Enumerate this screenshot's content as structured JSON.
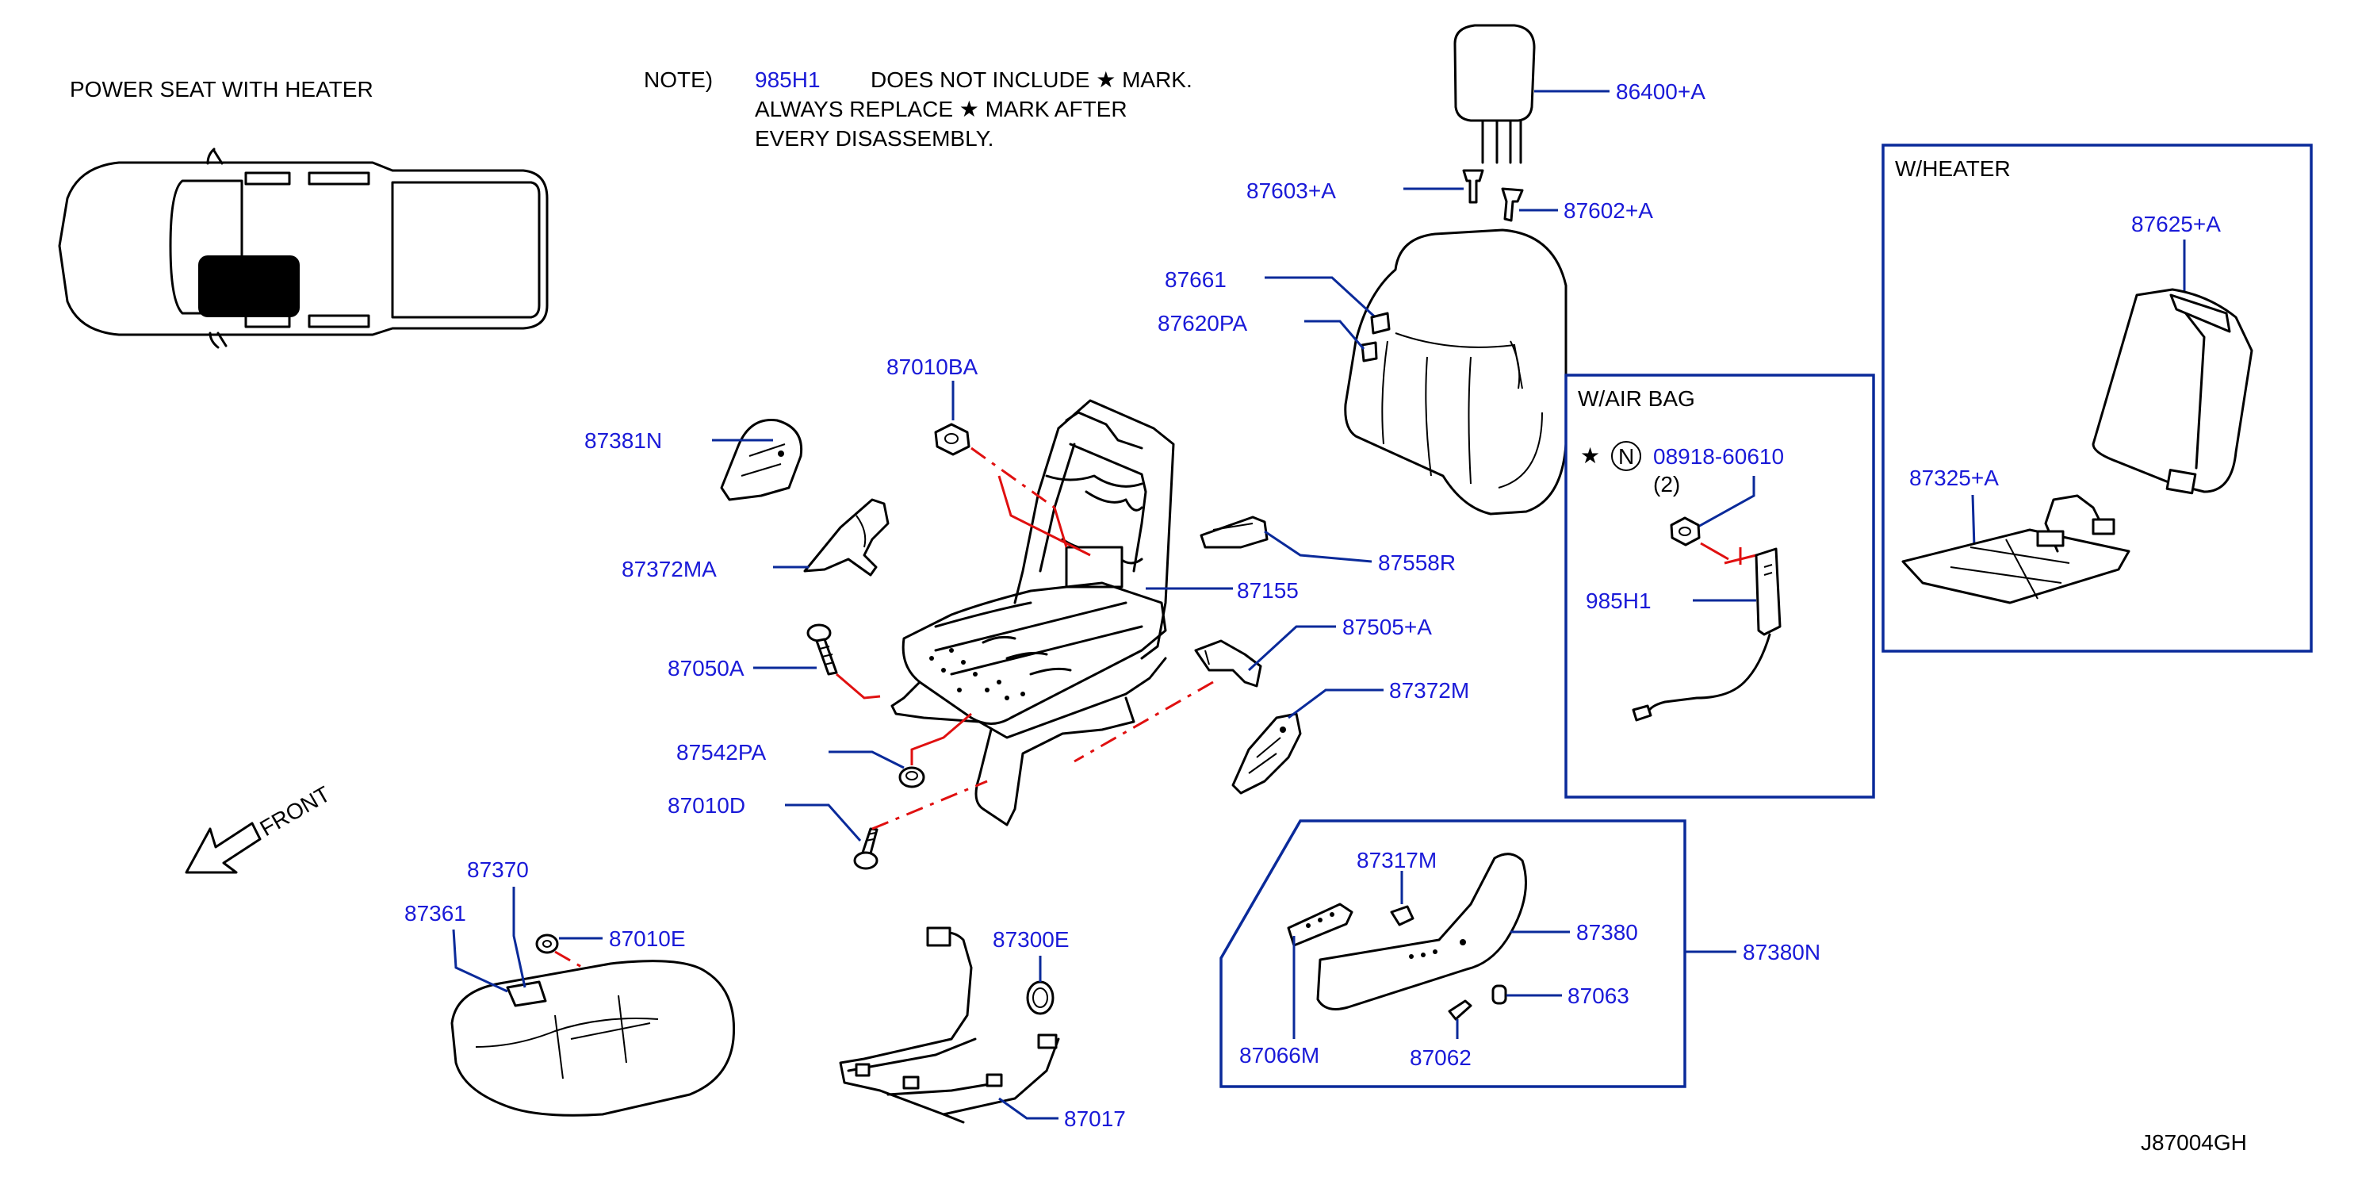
{
  "header": {
    "title": "POWER   SEAT   WITH   HEATER",
    "note_prefix": "NOTE)",
    "note_part": "985H1",
    "note_line1": "DOES   NOT   INCLUDE   ★ MARK.",
    "note_line2": "ALWAYS   REPLACE   ★ MARK   AFTER",
    "note_line3": "EVERY   DISASSEMBLY."
  },
  "front_label": "FRONT",
  "diagram_code": "J87004GH",
  "boxes": {
    "air_bag": {
      "title": "W/AIR   BAG",
      "star": "★",
      "circle_letter": "N",
      "part": "08918-60610",
      "qty": "(2)",
      "part2": "985H1"
    },
    "heater": {
      "title": "W/HEATER",
      "part_a": "87625+A",
      "part_b": "87325+A"
    },
    "switch_group": "87380N"
  },
  "parts": {
    "p86400A": "86400+A",
    "p87603A": "87603+A",
    "p87602A": "87602+A",
    "p87661": "87661",
    "p87620PA": "87620PA",
    "p87010BA": "87010BA",
    "p87381N": "87381N",
    "p87372MA": "87372MA",
    "p87558R": "87558R",
    "p87155": "87155",
    "p87505A": "87505+A",
    "p87050A": "87050A",
    "p87372M": "87372M",
    "p87542PA": "87542PA",
    "p87010D": "87010D",
    "p87370": "87370",
    "p87361": "87361",
    "p87010E": "87010E",
    "p87300E": "87300E",
    "p87017": "87017",
    "p87317M": "87317M",
    "p87380": "87380",
    "p87063": "87063",
    "p87066M": "87066M",
    "p87062": "87062"
  }
}
